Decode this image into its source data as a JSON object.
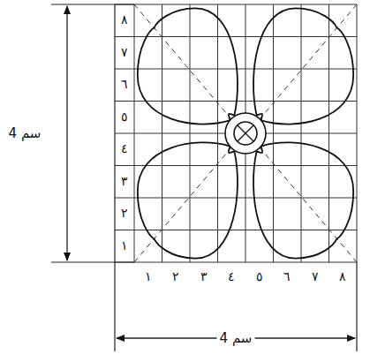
{
  "diagram": {
    "labels": [
      "٨",
      "٧",
      "٦",
      "٥",
      "٤",
      "٣",
      "٢",
      "١",
      "4 سم",
      "١",
      "٢",
      "٣",
      "٤",
      "٥",
      "٦",
      "٧",
      "٨",
      "4 سم"
    ]
  }
}
